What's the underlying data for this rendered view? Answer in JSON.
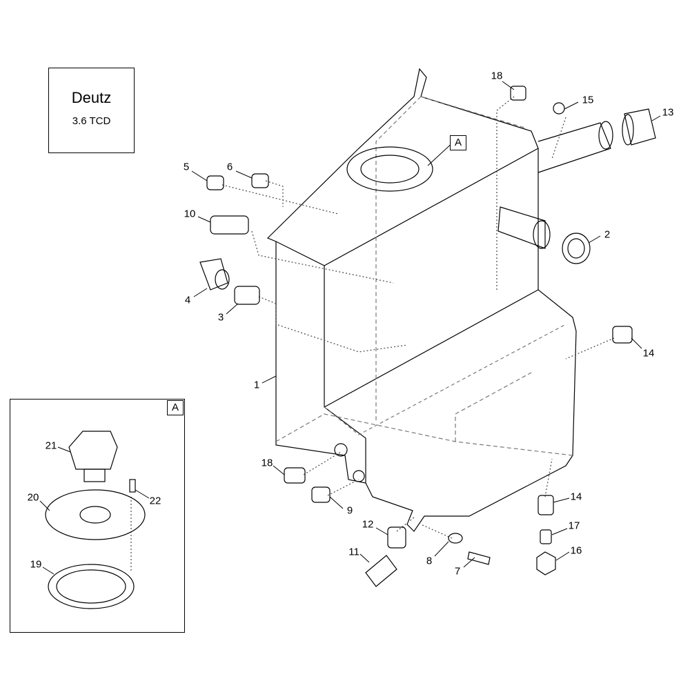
{
  "engine": {
    "name": "Deutz",
    "model": "3.6 TCD"
  },
  "detail_callout": "A",
  "inset": {
    "label": "A"
  },
  "callouts": [
    {
      "id": "c18a",
      "text": "18"
    },
    {
      "id": "c15",
      "text": "15"
    },
    {
      "id": "c13",
      "text": "13"
    },
    {
      "id": "c5",
      "text": "5"
    },
    {
      "id": "c6",
      "text": "6"
    },
    {
      "id": "c10",
      "text": "10"
    },
    {
      "id": "c2",
      "text": "2"
    },
    {
      "id": "c4",
      "text": "4"
    },
    {
      "id": "c3",
      "text": "3"
    },
    {
      "id": "c14a",
      "text": "14"
    },
    {
      "id": "c1",
      "text": "1"
    },
    {
      "id": "c21",
      "text": "21"
    },
    {
      "id": "c22",
      "text": "22"
    },
    {
      "id": "c20",
      "text": "20"
    },
    {
      "id": "c19",
      "text": "19"
    },
    {
      "id": "c18b",
      "text": "18"
    },
    {
      "id": "c9",
      "text": "9"
    },
    {
      "id": "c12",
      "text": "12"
    },
    {
      "id": "c14b",
      "text": "14"
    },
    {
      "id": "c17",
      "text": "17"
    },
    {
      "id": "c11",
      "text": "11"
    },
    {
      "id": "c8",
      "text": "8"
    },
    {
      "id": "c16",
      "text": "16"
    },
    {
      "id": "c7",
      "text": "7"
    }
  ]
}
